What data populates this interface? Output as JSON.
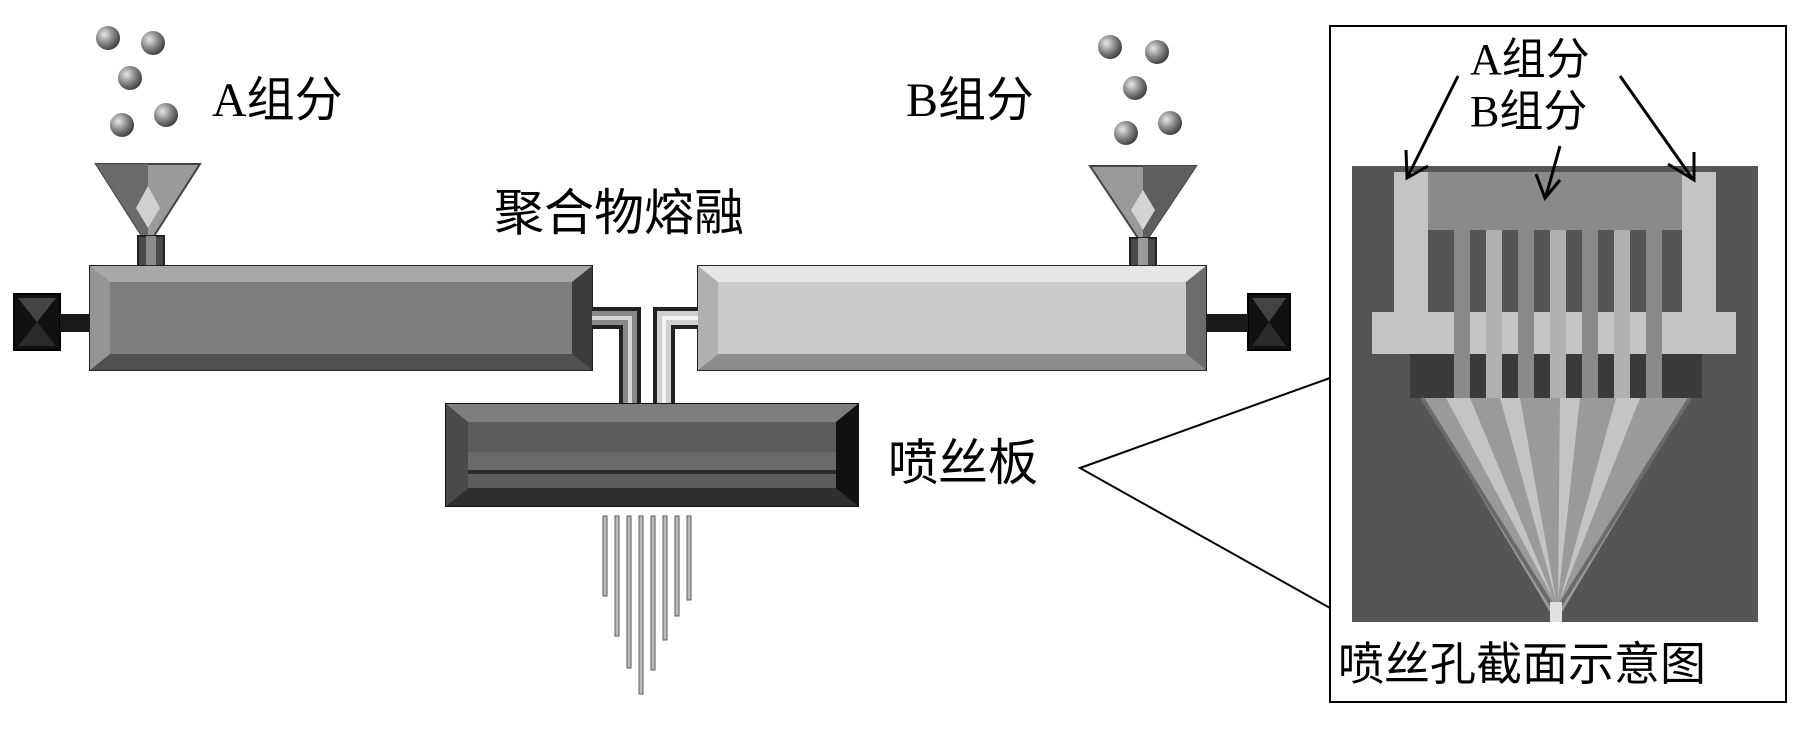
{
  "labels": {
    "component_a": "A组分",
    "component_b": "B组分",
    "polymer_melt": "聚合物熔融",
    "spinneret": "喷丝板"
  },
  "inset": {
    "label_a": "A组分",
    "label_b": "B组分",
    "caption": "喷丝孔截面示意图"
  },
  "colors": {
    "extruder_a": "#7a7a7a",
    "extruder_b": "#c8c8c8",
    "spinneret": "#555555",
    "inset_background": "#555555",
    "inset_light": "#c4c4c4",
    "inset_mid": "#8a8a8a"
  }
}
